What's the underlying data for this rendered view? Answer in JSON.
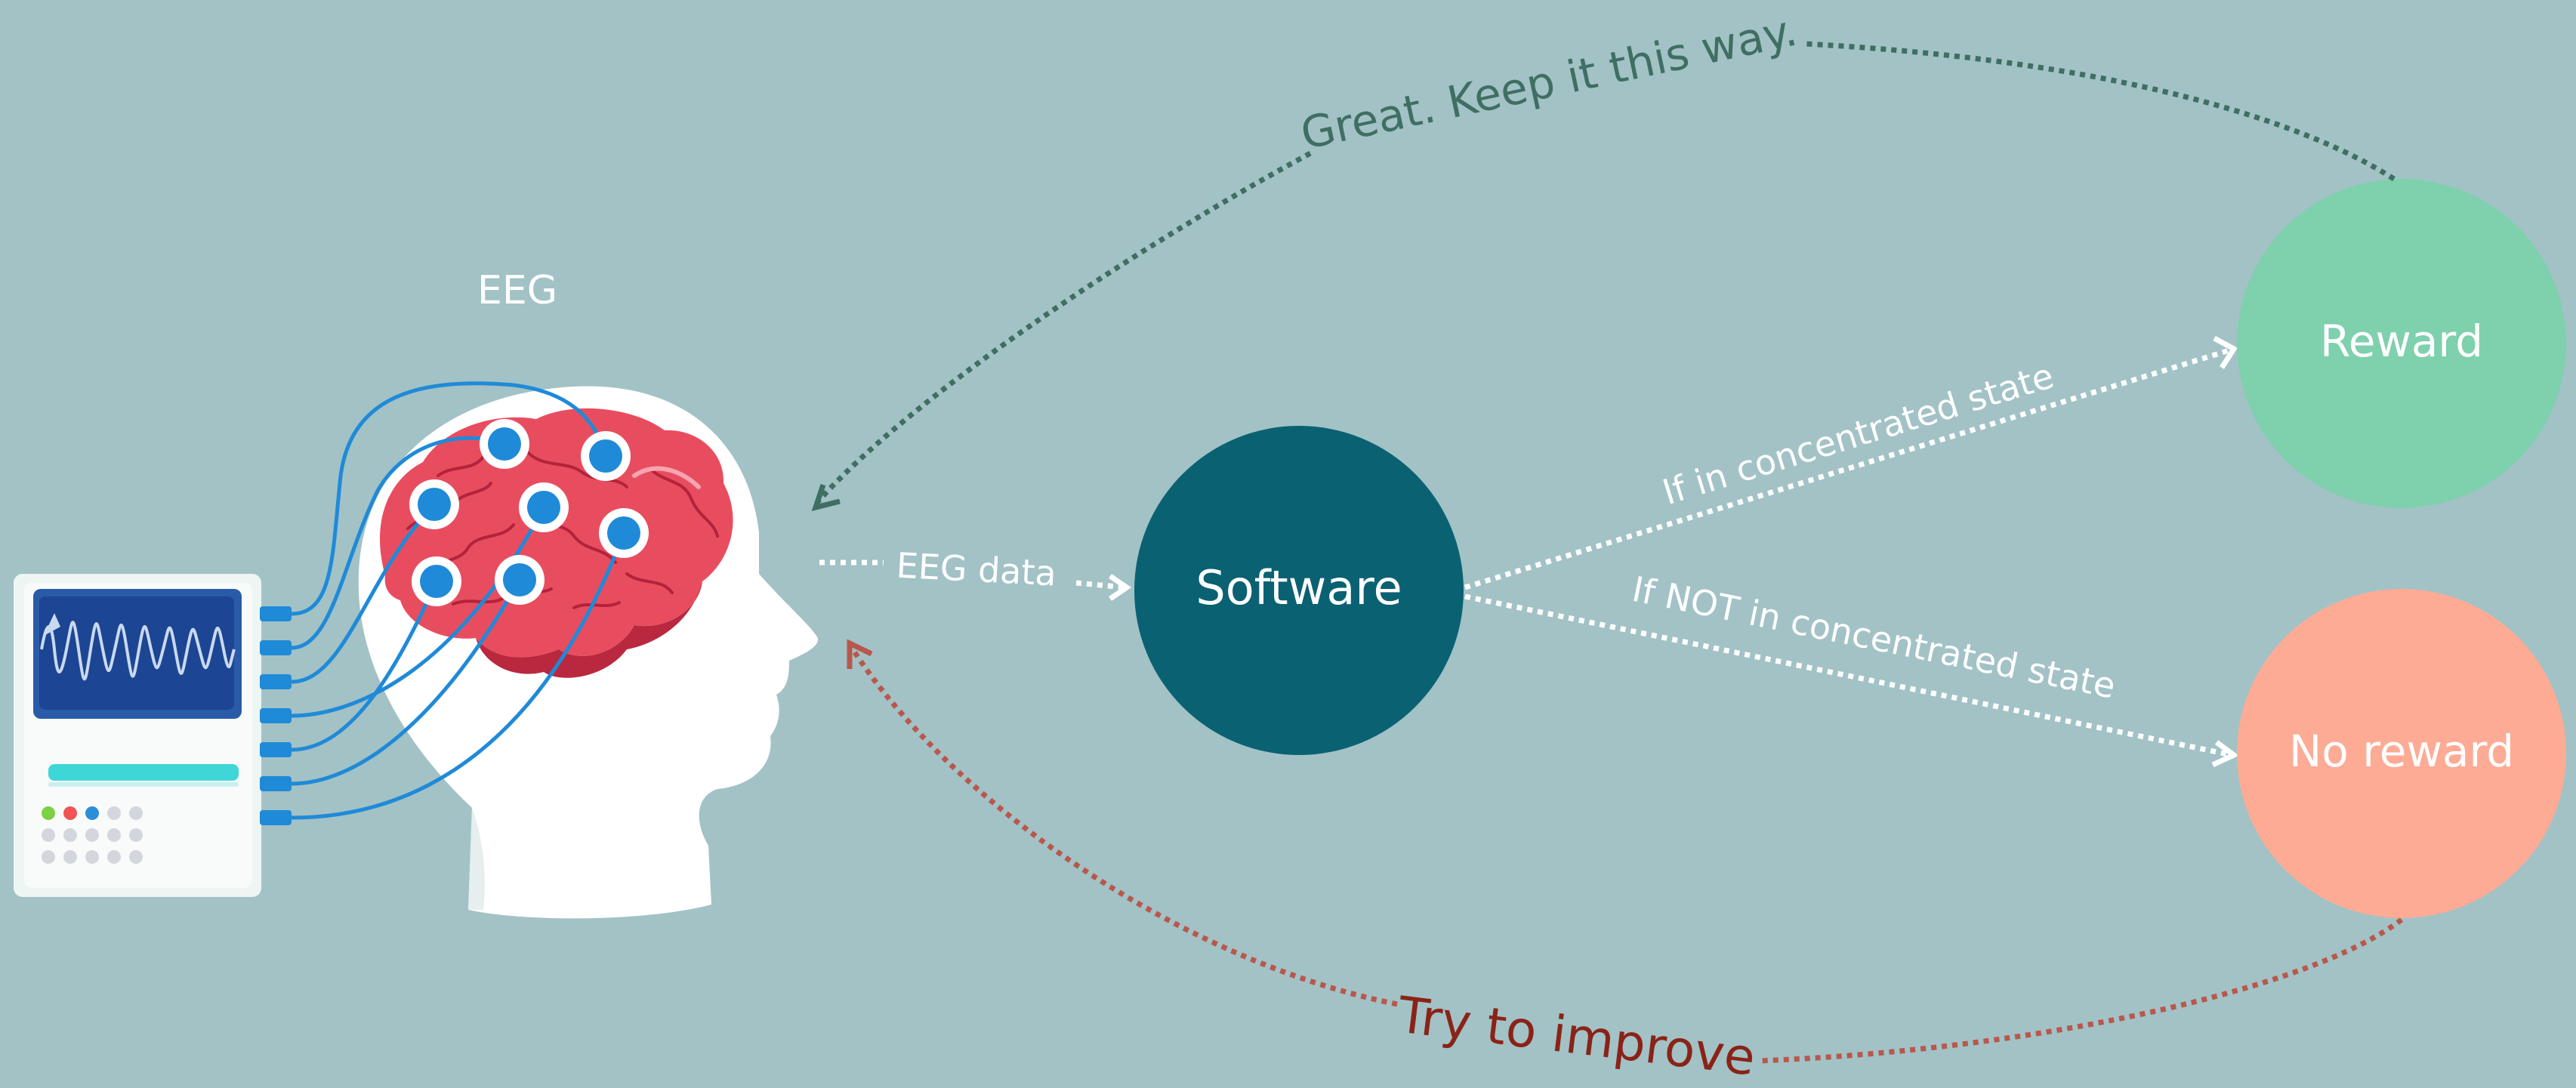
{
  "labels": {
    "eeg": "EEG",
    "eeg_data": "EEG data",
    "software": "Software",
    "reward": "Reward",
    "no_reward": "No reward",
    "if_concentrated": "If in concentrated state",
    "if_not_concentrated": "If NOT in concentrated state",
    "feedback_positive": "Great. Keep it this way.",
    "feedback_negative": "Try to improve"
  },
  "colors": {
    "background": "#a2c2c6",
    "software_node": "#0a6172",
    "reward_node": "#7fd0ac",
    "no_reward_node": "#fdab95",
    "positive_feedback": "#3f6e62",
    "negative_feedback": "#b8584c",
    "neutral_arrow": "#ffffff"
  }
}
